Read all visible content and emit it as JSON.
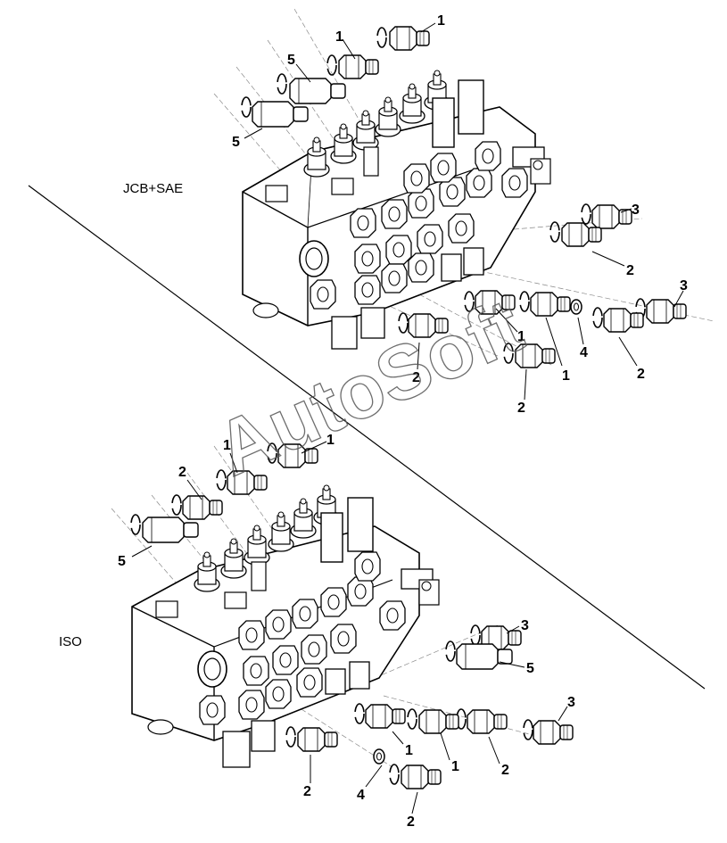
{
  "sections": {
    "top_label": "JCB+SAE",
    "bottom_label": "ISO"
  },
  "watermark": "AutoSoft",
  "callouts": {
    "top": [
      "1",
      "1",
      "5",
      "5",
      "3",
      "2",
      "3",
      "2",
      "1",
      "1",
      "4",
      "2",
      "2"
    ],
    "bottom": [
      "1",
      "1",
      "2",
      "5",
      "3",
      "5",
      "3",
      "1",
      "1",
      "2",
      "4",
      "2",
      "2"
    ]
  }
}
